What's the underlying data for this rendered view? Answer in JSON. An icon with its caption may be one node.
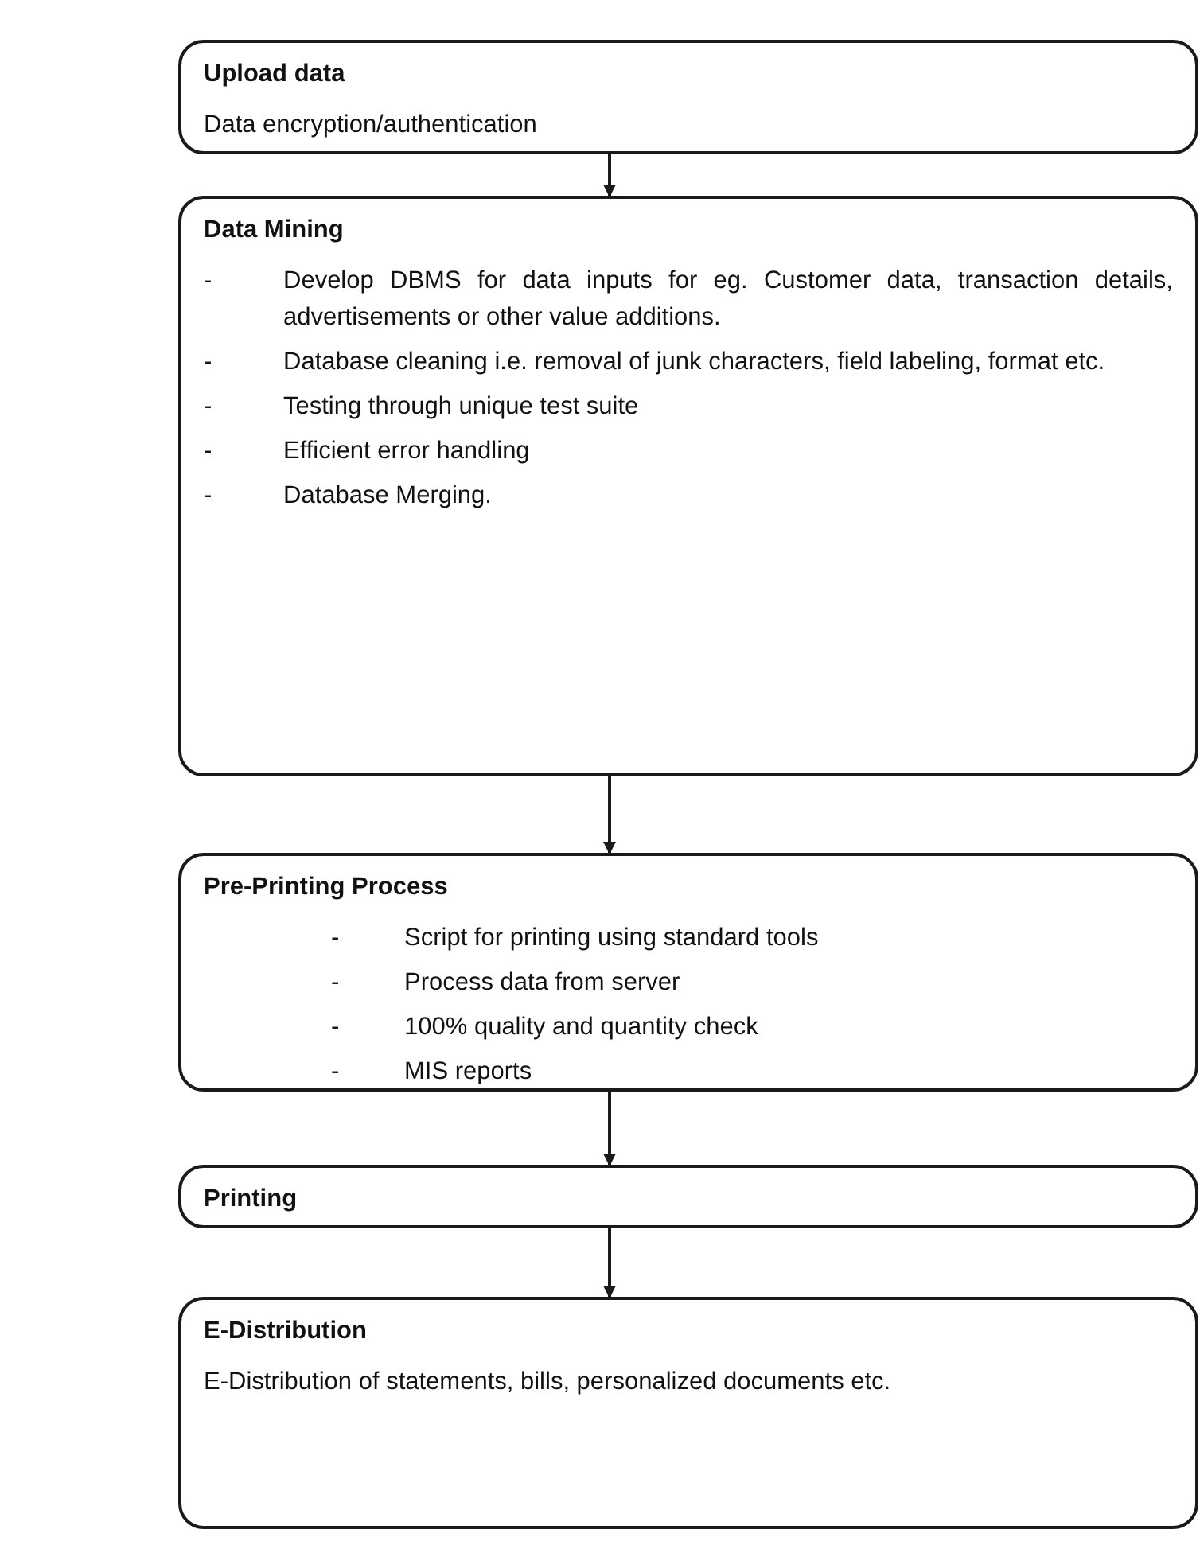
{
  "diagram": {
    "nodes": [
      {
        "text": [
          "Upload data",
          "Data encryption/authentication"
        ]
      },
      {
        "text": [
          "Data Mining",
          "- Develop DBMS for data inputs for eg. Customer data, transaction details, advertisements or other value additions.",
          "- Database cleaning i.e. removal of junk characters, field labeling, format etc.",
          "- Testing through unique test suite",
          "- Efficient error handling",
          "- Database Merging."
        ]
      },
      {
        "text": [
          "Pre-Printing Process",
          "- Script for printing using standard tools",
          "- Process data from server",
          "- 100% quality and quantity check",
          "- MIS reports"
        ]
      },
      {
        "text": [
          "Printing"
        ]
      },
      {
        "text": [
          "E-Distribution",
          "E-Distribution of statements, bills, personalized documents etc."
        ]
      }
    ],
    "edges": [
      {
        "from": 0,
        "to": 1,
        "arrow": "to"
      },
      {
        "from": 1,
        "to": 2,
        "arrow": "to"
      },
      {
        "from": 2,
        "to": 3,
        "arrow": "to"
      },
      {
        "from": 3,
        "to": 4,
        "arrow": "to"
      }
    ]
  }
}
